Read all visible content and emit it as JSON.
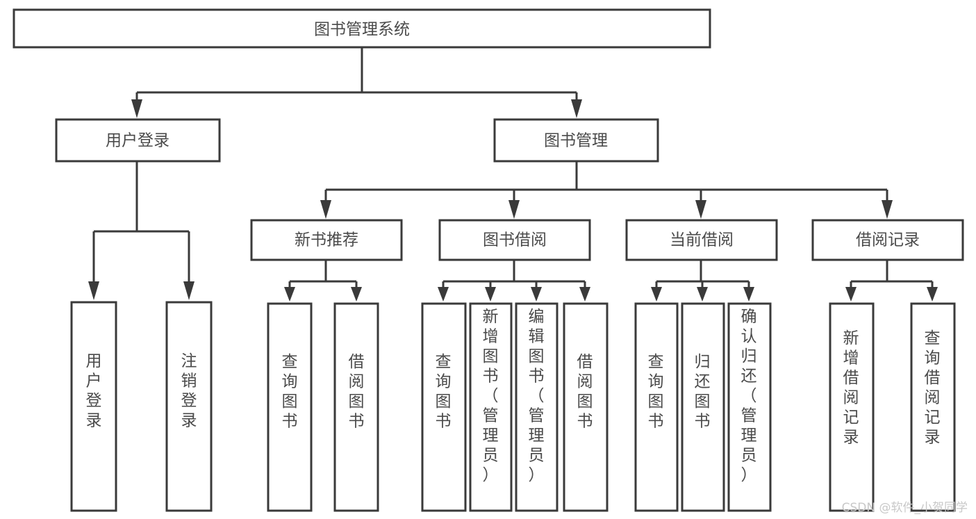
{
  "diagram": {
    "type": "tree-hierarchy",
    "title": "图书管理系统",
    "watermark": "CSDN @软件_小贺同学",
    "colors": {
      "stroke": "#3a3a3a",
      "box_fill": "#ffffff",
      "text": "#4a4a4a",
      "background": "#ffffff",
      "watermark": "#c8c8c8"
    },
    "root": {
      "label": "图书管理系统"
    },
    "level2": [
      {
        "label": "用户登录"
      },
      {
        "label": "图书管理"
      }
    ],
    "level3": [
      {
        "label": "新书推荐"
      },
      {
        "label": "图书借阅"
      },
      {
        "label": "当前借阅"
      },
      {
        "label": "借阅记录"
      }
    ],
    "leaves": {
      "user_login": [
        {
          "label": "用户登录"
        },
        {
          "label": "注销登录"
        }
      ],
      "new_book_recommend": [
        {
          "label": "查询图书"
        },
        {
          "label": "借阅图书"
        }
      ],
      "book_borrow": [
        {
          "label": "查询图书"
        },
        {
          "label": "新增图书（管理员）"
        },
        {
          "label": "编辑图书（管理员）"
        },
        {
          "label": "借阅图书"
        }
      ],
      "current_borrow": [
        {
          "label": "查询图书"
        },
        {
          "label": "归还图书"
        },
        {
          "label": "确认归还（管理员）"
        }
      ],
      "borrow_record": [
        {
          "label": "新增借阅记录"
        },
        {
          "label": "查询借阅记录"
        }
      ]
    }
  }
}
